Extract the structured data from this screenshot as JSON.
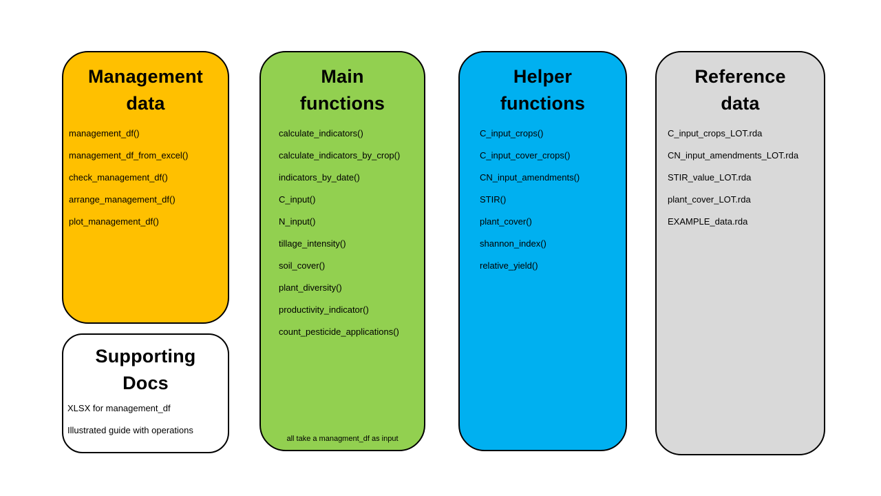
{
  "diagram": {
    "background": "#FFFFFF",
    "border_color": "#000000",
    "text_color": "#000000"
  },
  "boxes": [
    {
      "id": "management-data",
      "title": "Management data",
      "title_lines": [
        "Management",
        "data"
      ],
      "color": "#FFC000",
      "items": [
        "management_df()",
        "management_df_from_excel()",
        "check_management_df()",
        "arrange_management_df()",
        "plot_management_df()"
      ]
    },
    {
      "id": "supporting-docs",
      "title": "Supporting Docs",
      "title_lines": [
        "Supporting",
        "Docs"
      ],
      "color": "#FFFFFF",
      "items": [
        "XLSX for management_df",
        "Illustrated guide with operations"
      ]
    },
    {
      "id": "main-functions",
      "title": "Main functions",
      "title_lines": [
        "Main",
        "functions"
      ],
      "color": "#92D050",
      "items": [
        "calculate_indicators()",
        "calculate_indicators_by_crop()",
        "indicators_by_date()",
        "C_input()",
        "N_input()",
        "tillage_intensity()",
        "soil_cover()",
        "plant_diversity()",
        "productivity_indicator()",
        "count_pesticide_applications()"
      ],
      "footnote": "all take a managment_df as input"
    },
    {
      "id": "helper-functions",
      "title": "Helper functions",
      "title_lines": [
        "Helper",
        "functions"
      ],
      "color": "#00B0F0",
      "items": [
        "C_input_crops()",
        "C_input_cover_crops()",
        "CN_input_amendments()",
        "STIR()",
        "plant_cover()",
        "shannon_index()",
        "relative_yield()"
      ]
    },
    {
      "id": "reference-data",
      "title": "Reference data",
      "title_lines": [
        "Reference",
        "data"
      ],
      "color": "#D9D9D9",
      "items": [
        "C_input_crops_LOT.rda",
        "CN_input_amendments_LOT.rda",
        "STIR_value_LOT.rda",
        "plant_cover_LOT.rda",
        "EXAMPLE_data.rda"
      ]
    }
  ]
}
